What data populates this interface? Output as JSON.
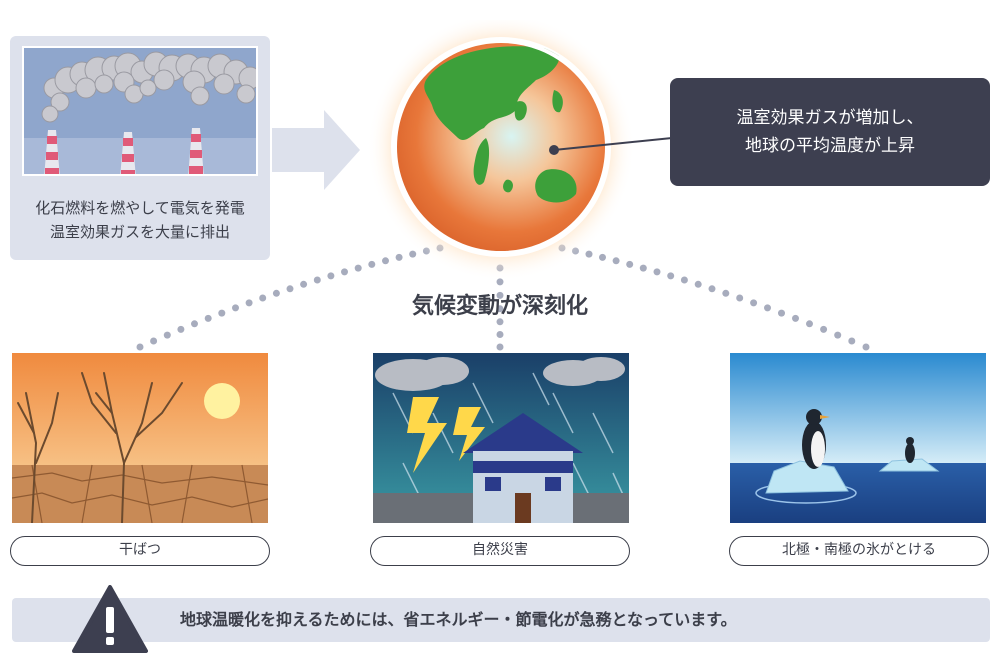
{
  "factory": {
    "caption_line1": "化石燃料を燃やして電気を発電",
    "caption_line2": "温室効果ガスを大量に排出"
  },
  "callout": {
    "line1": "温室効果ガスが増加し、",
    "line2": "地球の平均温度が上昇"
  },
  "climate_title": "気候変動が深刻化",
  "impacts": [
    {
      "label": "干ばつ",
      "icon": "drought-icon"
    },
    {
      "label": "自然災害",
      "icon": "storm-house-icon"
    },
    {
      "label": "北極・南極の氷がとける",
      "icon": "melting-ice-penguin-icon"
    }
  ],
  "warning": {
    "icon": "warning-triangle-icon",
    "text": "地球温暖化を抑えるためには、省エネルギー・節電化が急務となっています。"
  },
  "colors": {
    "panel_bg": "#dde1ec",
    "callout_bg": "#3d3f50",
    "globe_orange": "#e8773a",
    "land_green": "#3da03a",
    "dots": "#a7acbd"
  }
}
